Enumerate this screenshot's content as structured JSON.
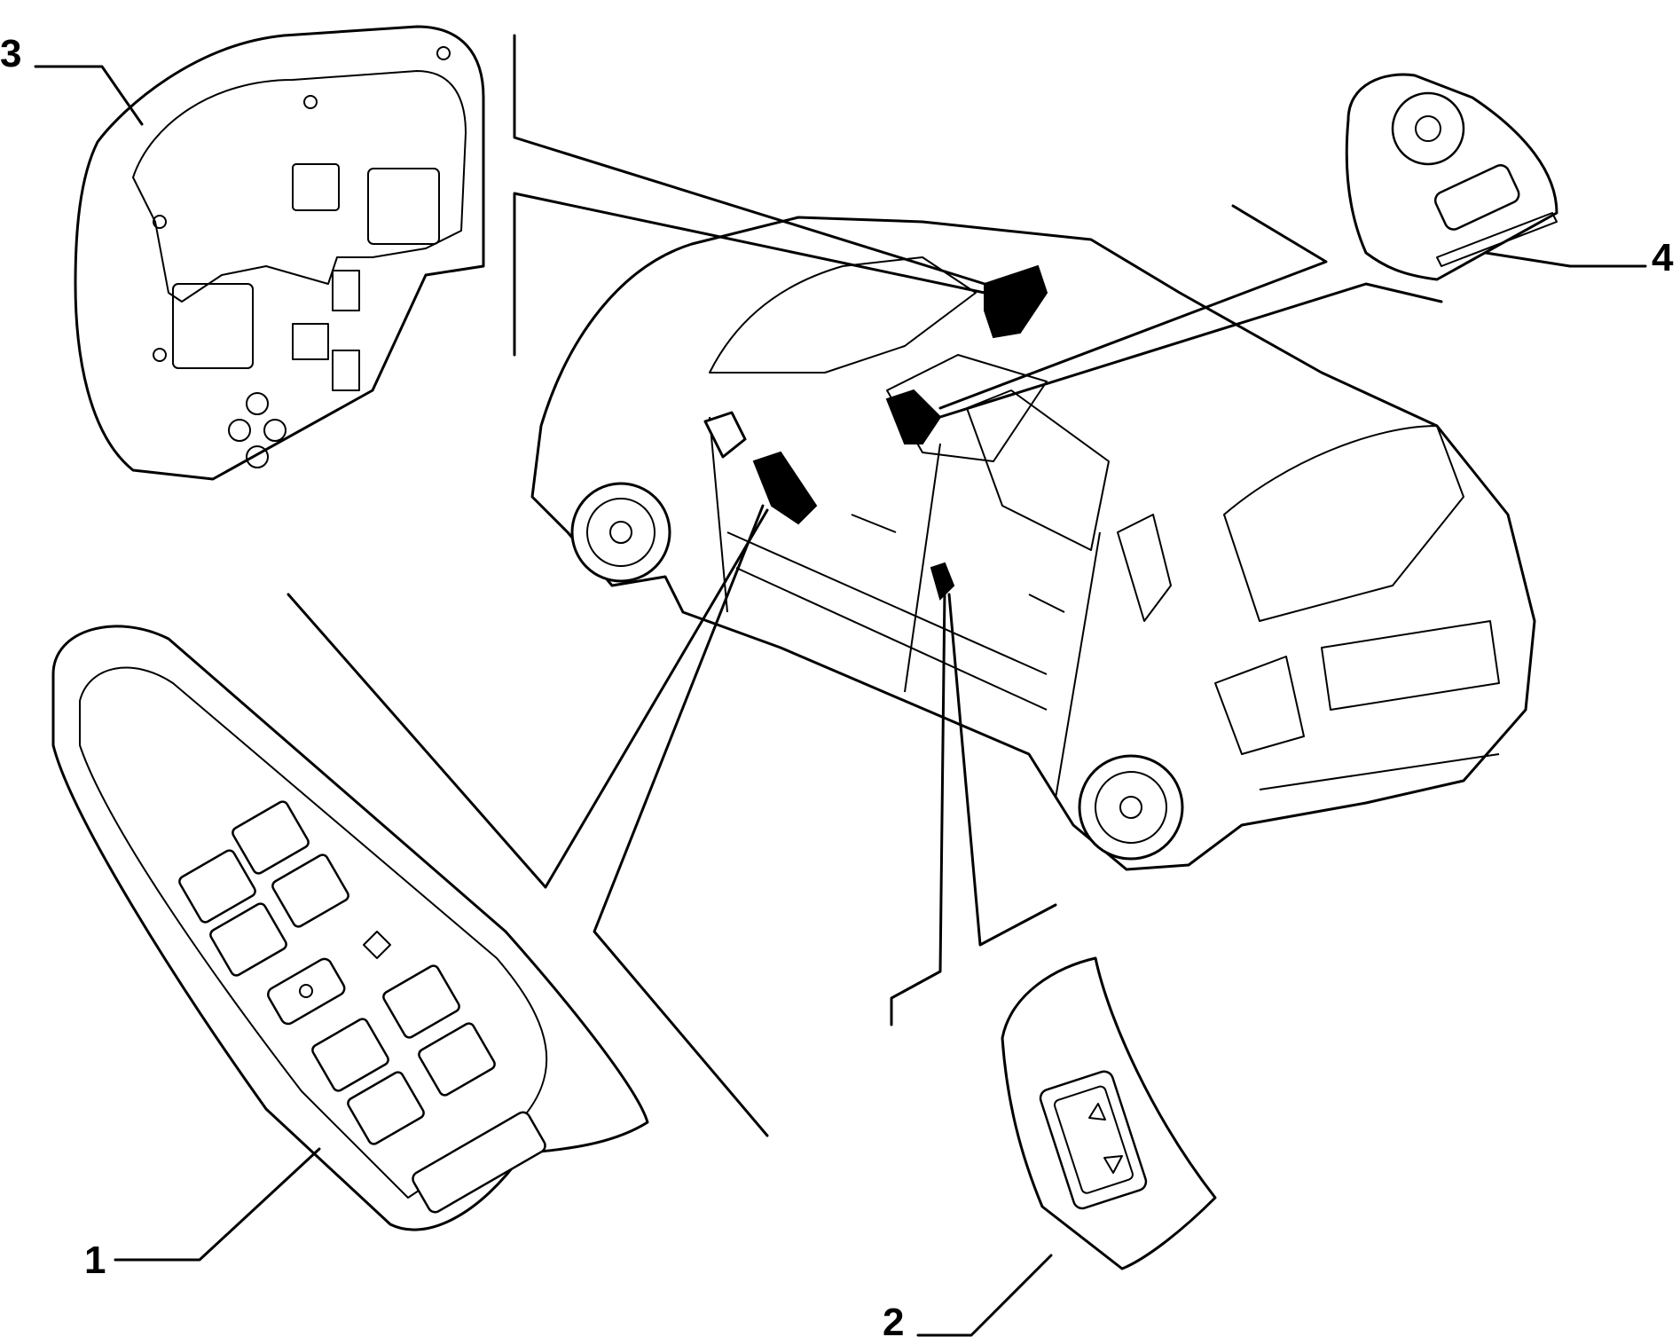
{
  "callouts": [
    {
      "number": "1",
      "part": "driver-window-switch-panel"
    },
    {
      "number": "2",
      "part": "rear-window-switch"
    },
    {
      "number": "3",
      "part": "roof-console-switch-module"
    },
    {
      "number": "4",
      "part": "mirror-adjust-switch"
    }
  ],
  "colors": {
    "line": "#000000",
    "background": "#ffffff"
  }
}
